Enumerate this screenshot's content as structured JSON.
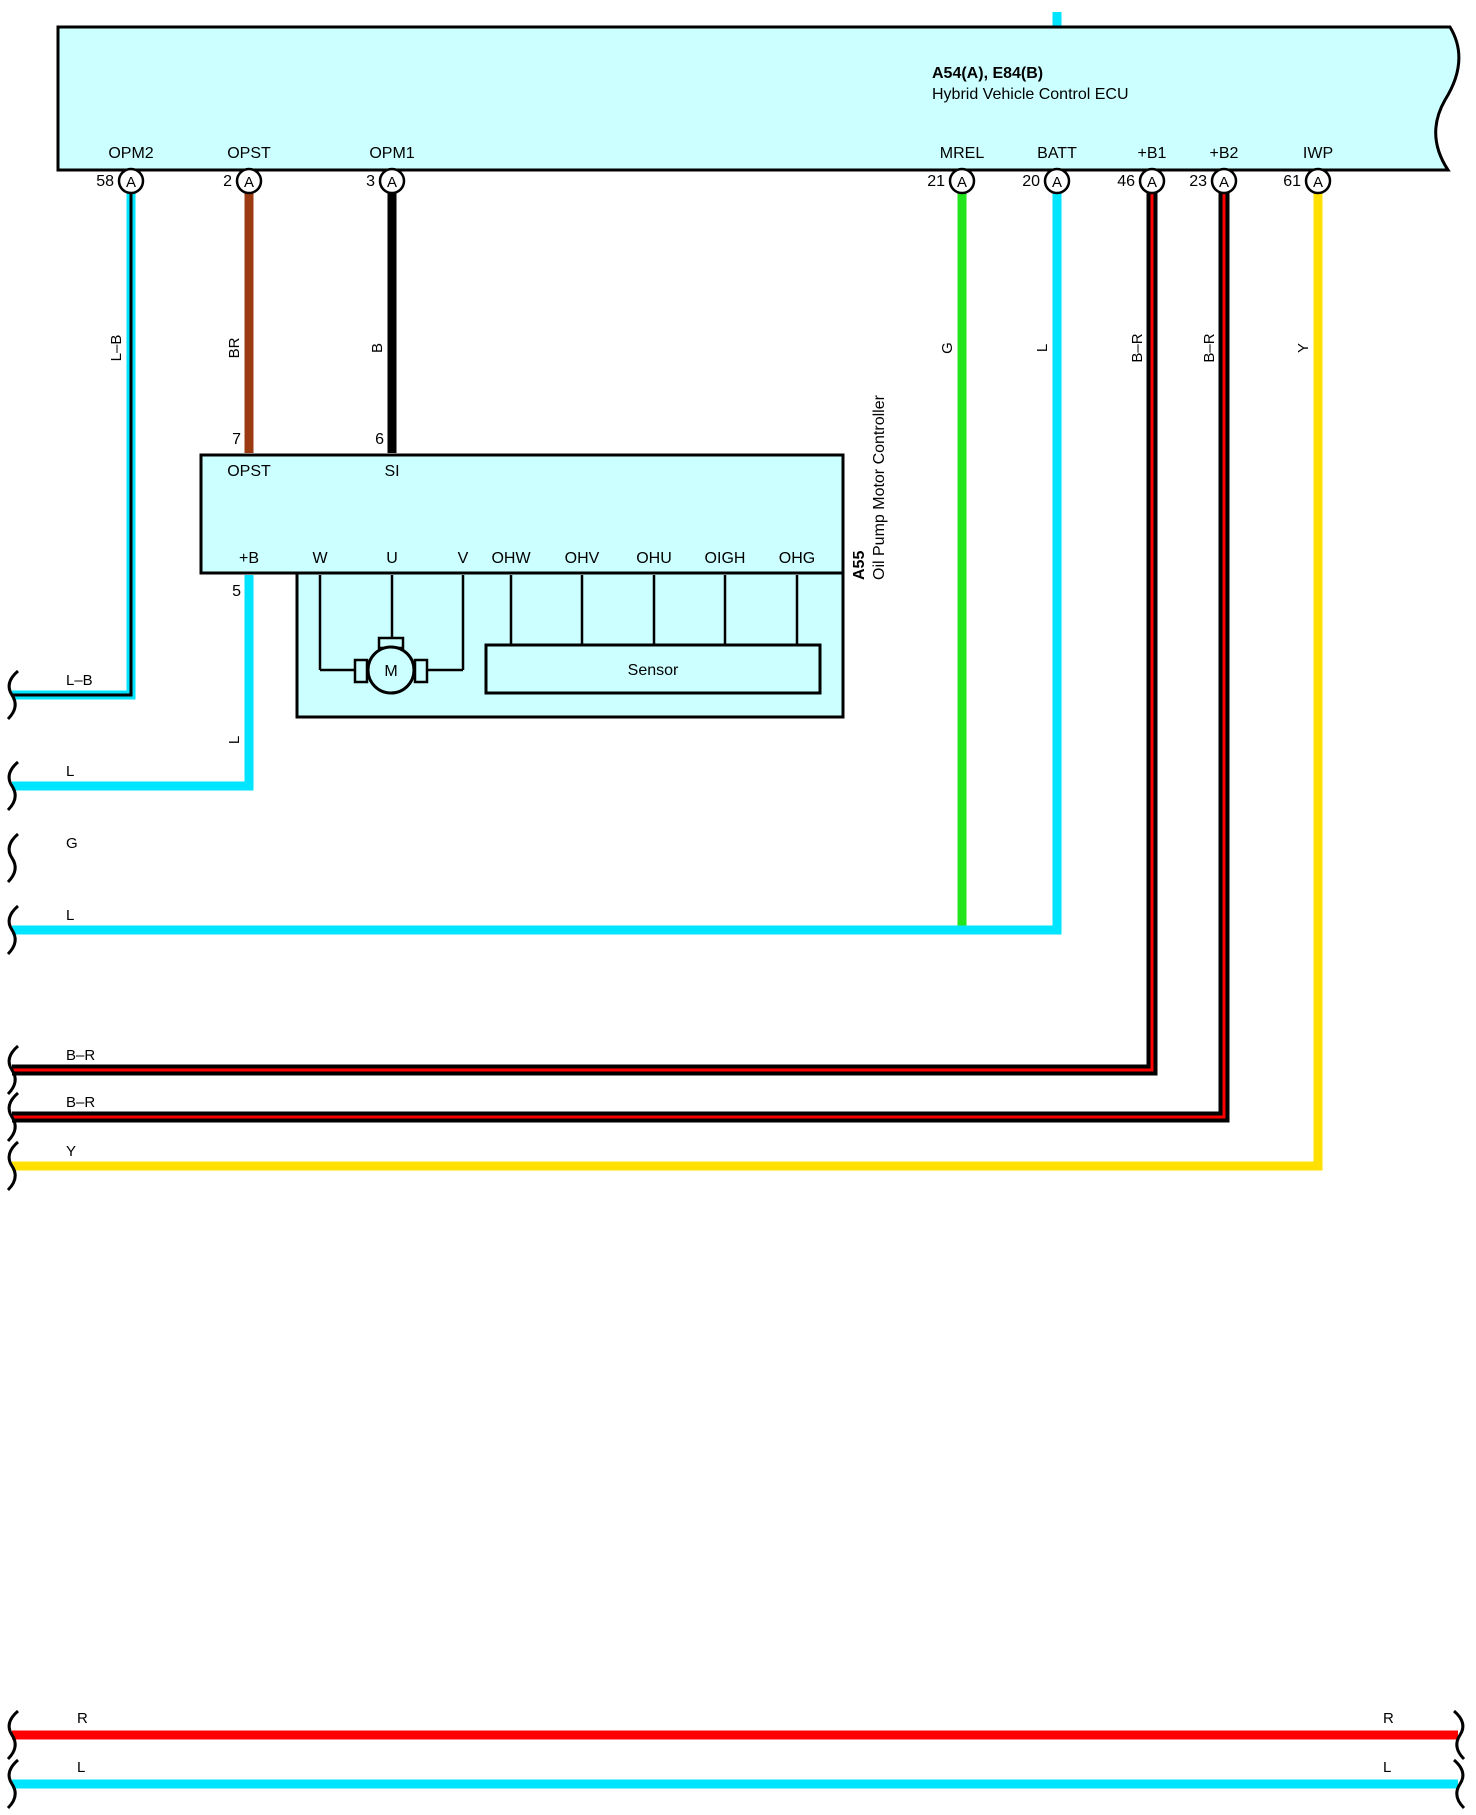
{
  "ecu": {
    "code": "A54(A), E84(B)",
    "name": "Hybrid Vehicle Control ECU",
    "fill": "#ccffff",
    "terminals": [
      {
        "name": "OPM2",
        "pin": "58",
        "conn": "A",
        "wire": "L–B",
        "color": "L-B"
      },
      {
        "name": "OPST",
        "pin": "2",
        "conn": "A",
        "wire": "BR",
        "color": "BR"
      },
      {
        "name": "OPM1",
        "pin": "3",
        "conn": "A",
        "wire": "B",
        "color": "B"
      },
      {
        "name": "MREL",
        "pin": "21",
        "conn": "A",
        "wire": "G",
        "color": "G"
      },
      {
        "name": "BATT",
        "pin": "20",
        "conn": "A",
        "wire": "L",
        "color": "L"
      },
      {
        "name": "+B1",
        "pin": "46",
        "conn": "A",
        "wire": "B–R",
        "color": "B-R"
      },
      {
        "name": "+B2",
        "pin": "23",
        "conn": "A",
        "wire": "B–R",
        "color": "B-R"
      },
      {
        "name": "IWP",
        "pin": "61",
        "conn": "A",
        "wire": "Y",
        "color": "Y"
      }
    ]
  },
  "controller": {
    "code": "A55",
    "name": "Oil Pump Motor Controller",
    "top_pins": [
      {
        "name": "OPST",
        "pin": "7"
      },
      {
        "name": "SI",
        "pin": "6"
      }
    ],
    "bottom_pins": [
      "+B",
      "W",
      "U",
      "V",
      "OHW",
      "OHV",
      "OHU",
      "OIGH",
      "OHG"
    ],
    "plus_b_pin": "5",
    "plus_b_wire": "L",
    "motor_label": "M",
    "sensor_label": "Sensor"
  },
  "left_exits": [
    "L–B",
    "L",
    "G",
    "L",
    "B–R",
    "B–R",
    "Y"
  ],
  "bottom_buses": [
    {
      "left": "R",
      "right": "R",
      "color": "R"
    },
    {
      "left": "L",
      "right": "L",
      "color": "L"
    }
  ],
  "wire_colors": {
    "L": "#00e5ff",
    "BR": "#9b3a10",
    "B": "#000000",
    "G": "#22e51e",
    "Y": "#ffe000",
    "R": "#ff0000"
  }
}
